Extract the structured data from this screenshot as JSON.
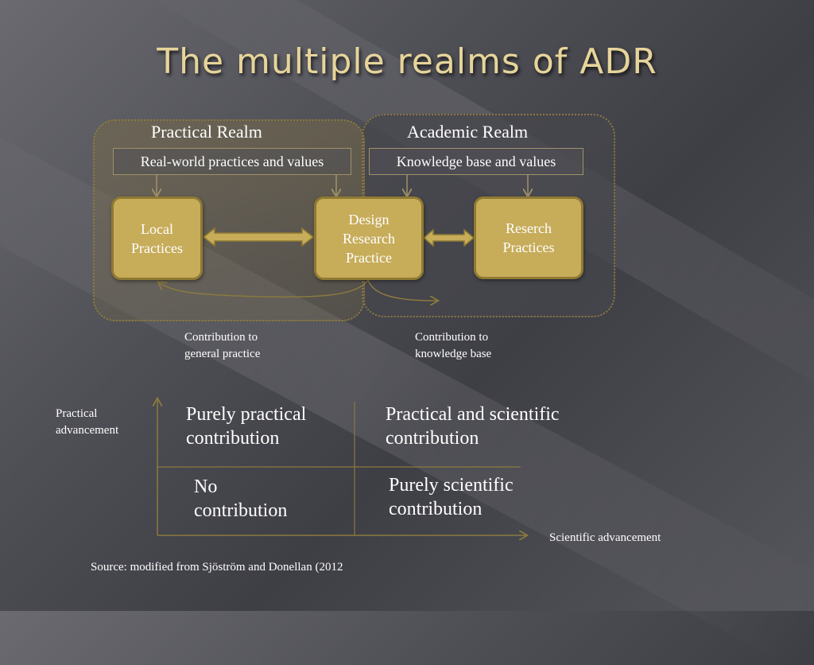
{
  "title": "The multiple realms of ADR",
  "realms": {
    "practical": {
      "label": "Practical Realm",
      "subtitle": "Real-world practices and values"
    },
    "academic": {
      "label": "Academic Realm",
      "subtitle": "Knowledge base and values"
    }
  },
  "nodes": {
    "local": [
      "Local",
      "Practices"
    ],
    "design": [
      "Design",
      "Research",
      "Practice"
    ],
    "research": [
      "Reserch",
      "Practices"
    ]
  },
  "contributions": {
    "general_practice": [
      "Contribution to",
      "general practice"
    ],
    "knowledge_base": [
      "Contribution to",
      "knowledge base"
    ]
  },
  "matrix": {
    "y_axis_label": [
      "Practical",
      "advancement"
    ],
    "x_axis_label": "Scientific advancement",
    "top_left": [
      "Purely practical",
      "contribution"
    ],
    "top_right": [
      "Practical and scientific",
      "contribution"
    ],
    "bottom_left": [
      "No",
      "contribution"
    ],
    "bottom_right": [
      "Purely scientific",
      "contribution"
    ]
  },
  "source": "Source: modified from Sjöström and Donellan (2012",
  "colors": {
    "accent_gold": "#c7ac5a",
    "title_gold": "#e6d49a",
    "line_gold": "#8b7a3e"
  }
}
